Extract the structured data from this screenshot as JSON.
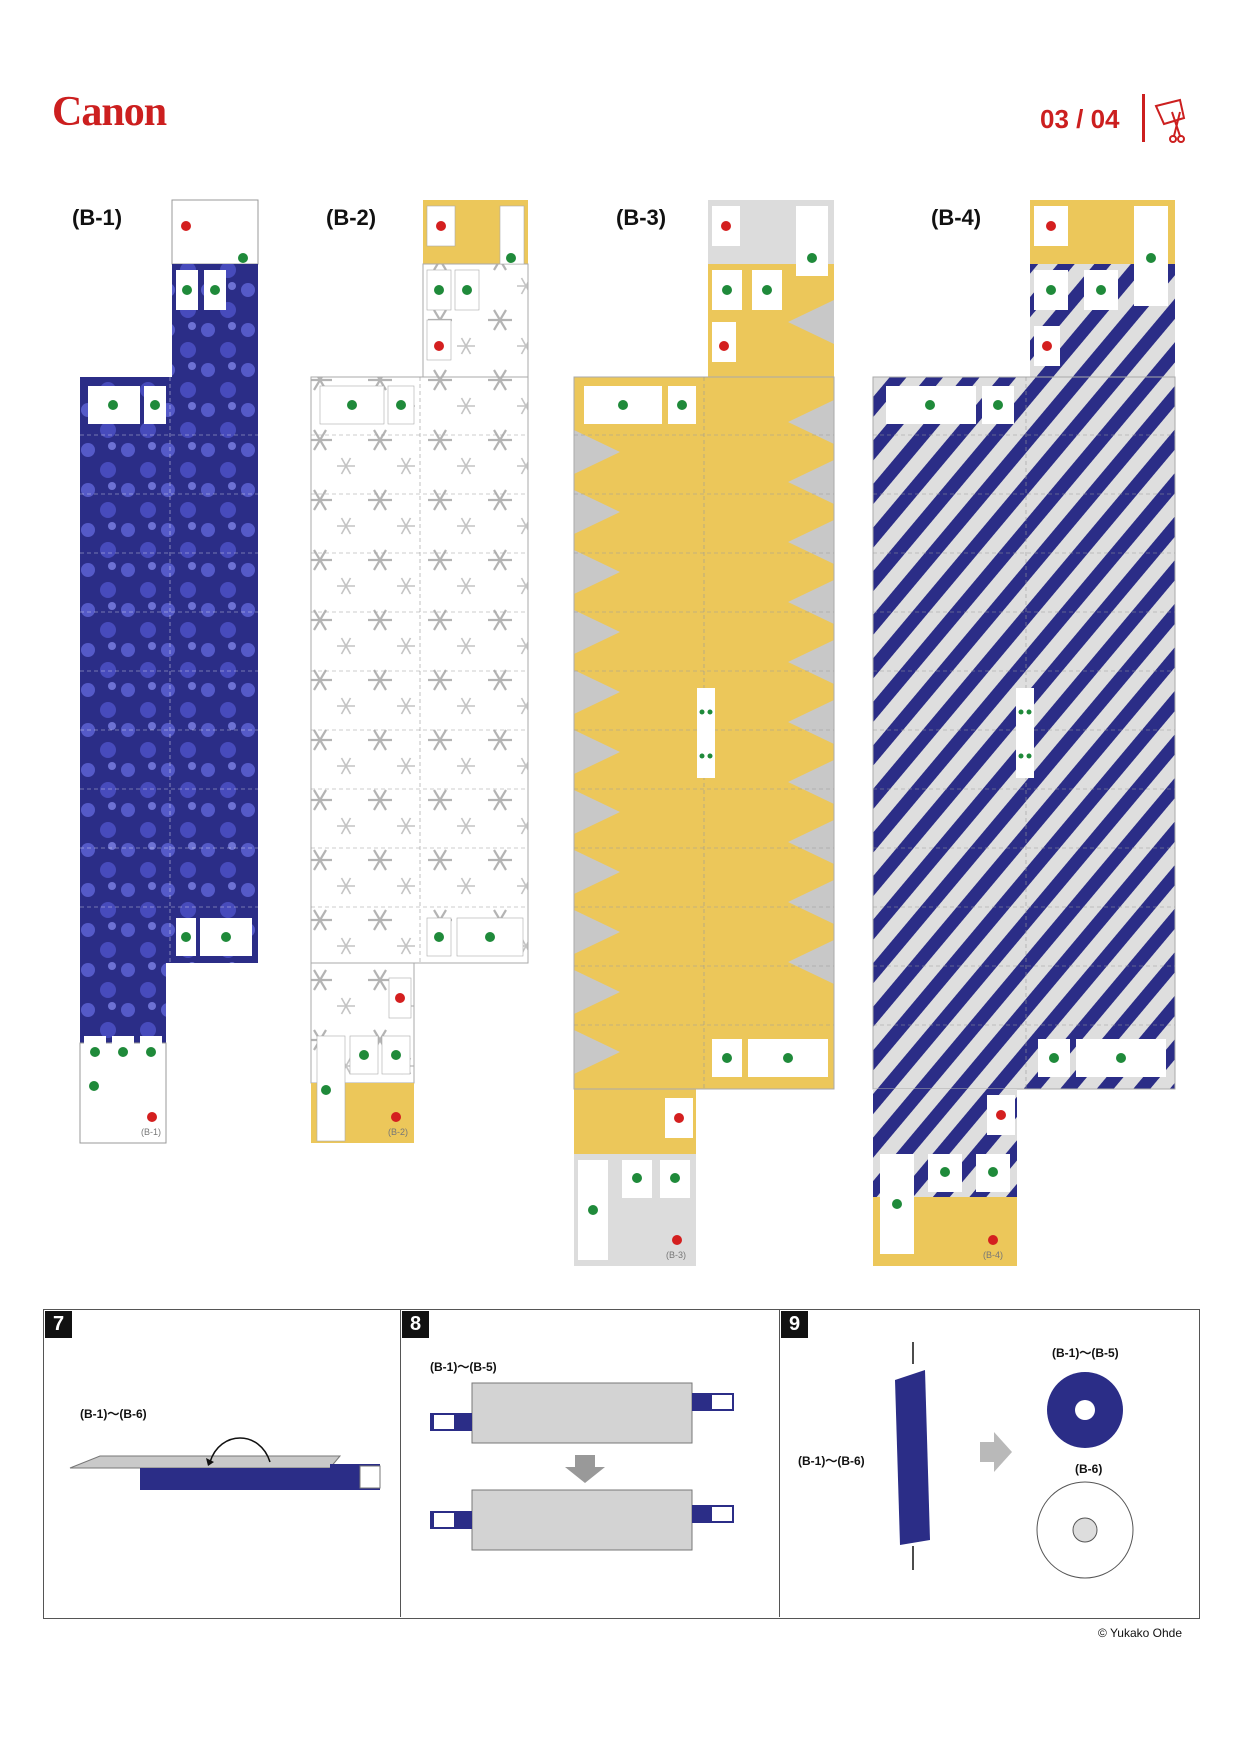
{
  "header": {
    "brand": "Canon",
    "page_number": "03 / 04",
    "cut_icon": "scissors-cut-icon"
  },
  "pieces": [
    {
      "id": "b1",
      "label": "(B-1)",
      "code": "(B-1)",
      "pattern": "blue-dots"
    },
    {
      "id": "b2",
      "label": "(B-2)",
      "code": "(B-2)",
      "pattern": "snowflakes"
    },
    {
      "id": "b3",
      "label": "(B-3)",
      "code": "(B-3)",
      "pattern": "yellow-zigzag"
    },
    {
      "id": "b4",
      "label": "(B-4)",
      "code": "(B-4)",
      "pattern": "blue-stripes"
    }
  ],
  "steps": [
    {
      "number": "7",
      "label": "(B-1)～(B-6)"
    },
    {
      "number": "8",
      "label": "(B-1)～(B-5)"
    },
    {
      "number": "9",
      "label": "(B-1)～(B-6)",
      "result_a": "(B-1)～(B-5)",
      "result_b": "(B-6)"
    }
  ],
  "colors": {
    "brand_red": "#cc1f1f",
    "navy": "#2b2d87",
    "yellow": "#ecc75a",
    "grey": "#c8c8c8",
    "green_dot": "#1f8a3a",
    "red_dot": "#d41f1f"
  },
  "copyright": "© Yukako Ohde"
}
